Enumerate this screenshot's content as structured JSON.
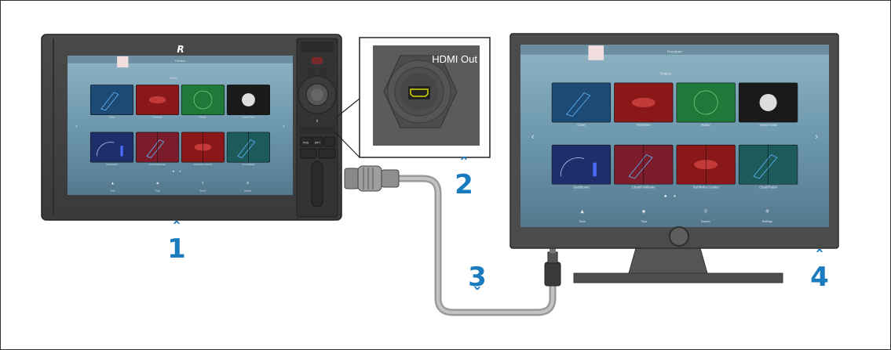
{
  "brand_logo": "R",
  "hdmi_label": "HDMI Out",
  "callouts": [
    "1",
    "2",
    "3",
    "4"
  ],
  "accent_color": "#1a7bbf",
  "display": {
    "title": "Premium",
    "layer_label": "Shapes",
    "tiles": [
      {
        "label": "Chart",
        "icon": "chart-boat-icon",
        "color": "#1d4a75"
      },
      {
        "label": "Fishfinder",
        "icon": "fishfinder-icon",
        "color": "#8a1818"
      },
      {
        "label": "Radar",
        "icon": "radar-icon",
        "color": "#1f7a3a"
      },
      {
        "label": "Vessel View",
        "icon": "mercury-engine-icon",
        "color": "#1a1a1a"
      },
      {
        "label": "Dashboard",
        "icon": "dashboard-gauge-icon",
        "color": "#1d2e6b"
      },
      {
        "label": "Chart/Fishfinder",
        "icon": "chart-fishfinder-icon",
        "color": "#7a1c2a"
      },
      {
        "label": "Fishfinder Combo",
        "icon": "fishfinder-combo-icon",
        "color": "#8a1818"
      },
      {
        "label": "Chart/Radar",
        "icon": "chart-radar-icon",
        "color": "#1d5a5a"
      }
    ],
    "bottom_nav": [
      "Tools",
      "Trips",
      "Search",
      "Settings"
    ]
  },
  "mfd_buttons": [
    "PNA",
    "WPT"
  ]
}
